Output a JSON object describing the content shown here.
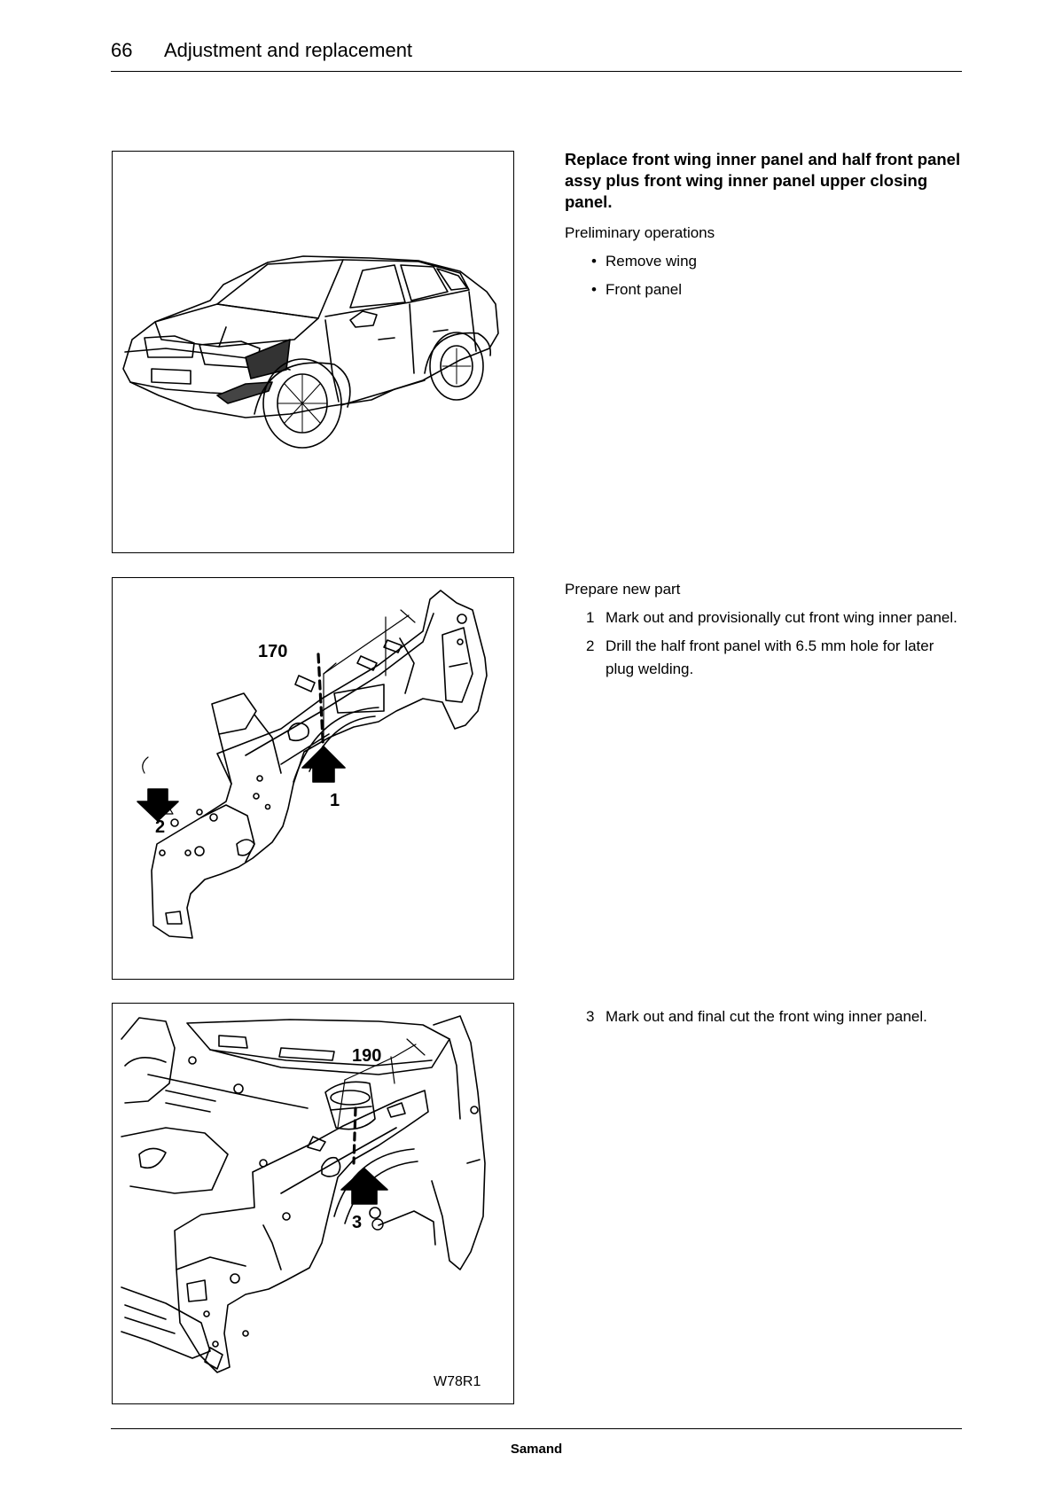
{
  "header": {
    "page_number": "66",
    "title": "Adjustment and replacement"
  },
  "section": {
    "title": "Replace front wing inner panel and half front panel assy plus front wing inner panel upper closing panel.",
    "preliminary_heading": "Preliminary operations",
    "preliminary_items": [
      "Remove wing",
      "Front panel"
    ],
    "bullet_symbol": "•",
    "prepare_heading": "Prepare new part",
    "steps": [
      {
        "num": "1",
        "text": "Mark out and provisionally cut front wing inner panel."
      },
      {
        "num": "2",
        "text": "Drill the half front panel with 6.5 mm hole for later plug welding."
      }
    ],
    "step3": {
      "num": "3",
      "text": "Mark out and final cut the front wing inner panel."
    }
  },
  "figures": {
    "fig2": {
      "dimension": "170",
      "label_1": "1",
      "label_2": "2"
    },
    "fig3": {
      "dimension": "190",
      "label_3": "3",
      "code": "W78R1"
    }
  },
  "footer": {
    "brand": "Samand"
  }
}
